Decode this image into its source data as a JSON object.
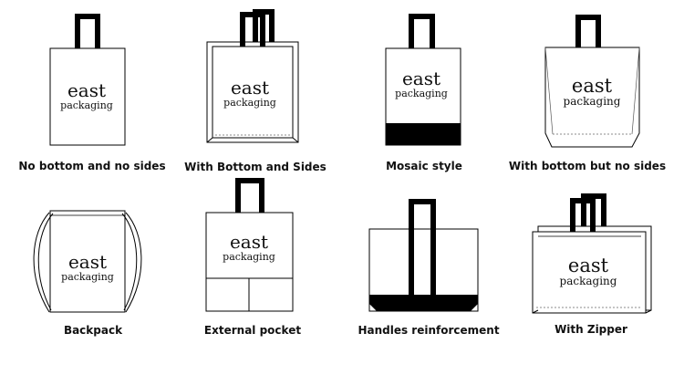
{
  "brand": {
    "line1": "east",
    "line2": "packaging"
  },
  "bags": [
    {
      "key": "no-bottom-no-sides",
      "caption": "No bottom and no sides"
    },
    {
      "key": "with-bottom-and-sides",
      "caption": "With Bottom and Sides"
    },
    {
      "key": "mosaic-style",
      "caption": "Mosaic style"
    },
    {
      "key": "with-bottom-no-sides",
      "caption": "With bottom but no sides"
    },
    {
      "key": "backpack",
      "caption": "Backpack"
    },
    {
      "key": "external-pocket",
      "caption": "External pocket"
    },
    {
      "key": "handles-reinforcement",
      "caption": "Handles reinforcement"
    },
    {
      "key": "with-zipper",
      "caption": "With Zipper"
    }
  ]
}
